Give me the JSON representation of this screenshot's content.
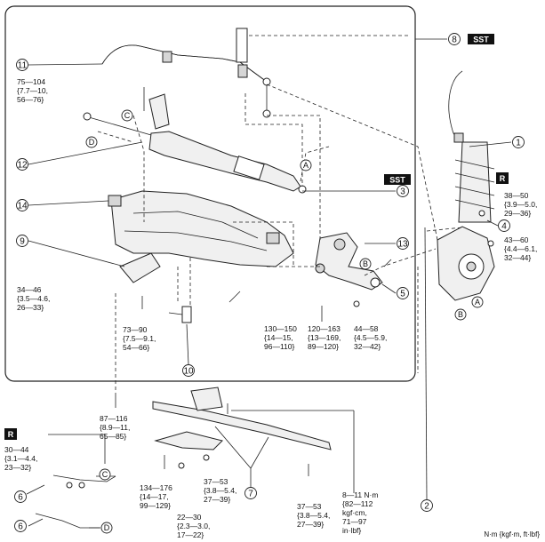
{
  "callouts": {
    "c1": "1",
    "c2": "2",
    "c3": "3",
    "c4": "4",
    "c5": "5",
    "c6a": "6",
    "c6b": "6",
    "c7": "7",
    "c8": "8",
    "c9": "9",
    "c10": "10",
    "c11": "11",
    "c12": "12",
    "c13": "13",
    "c14": "14"
  },
  "letters": {
    "a1": "A",
    "a2": "A",
    "b1": "B",
    "b2": "B",
    "c1": "C",
    "c2": "C",
    "d1": "D",
    "d2": "D"
  },
  "badges": {
    "sst1": "SST",
    "sst2": "SST",
    "r1": "R",
    "r2": "R"
  },
  "torques": {
    "t75": [
      "75—104",
      "{7.7—10,",
      "56—76}"
    ],
    "t34": [
      "34—46",
      "{3.5—4.6,",
      "26—33}"
    ],
    "t73": [
      "73—90",
      "{7.5—9.1,",
      "54—66}"
    ],
    "t130": [
      "130—150",
      "{14—15,",
      "96—110}"
    ],
    "t120": [
      "120—163",
      "{13—169,",
      "89—120}"
    ],
    "t44": [
      "44—58",
      "{4.5—5.9,",
      "32—42}"
    ],
    "t38": [
      "38—50",
      "{3.9—5.0,",
      "29—36}"
    ],
    "t43": [
      "43—60",
      "{4.4—6.1,",
      "32—44}"
    ],
    "t87": [
      "87—116",
      "{8.9—11,",
      "65—85}"
    ],
    "t30": [
      "30—44",
      "{3.1—4.4,",
      "23—32}"
    ],
    "t134": [
      "134—176",
      "{14—17,",
      "99—129}"
    ],
    "t22": [
      "22—30",
      "{2.3—3.0,",
      "17—22}"
    ],
    "t37a": [
      "37—53",
      "{3.8—5.4,",
      "27—39}"
    ],
    "t37b": [
      "37—53",
      "{3.8—5.4,",
      "27—39}"
    ],
    "t8": [
      "8—11 N·m",
      "{82—112",
      "kgf·cm,",
      "71—97",
      "in·lbf}"
    ]
  },
  "units_note": "N·m {kgf·m, ft·lbf}"
}
